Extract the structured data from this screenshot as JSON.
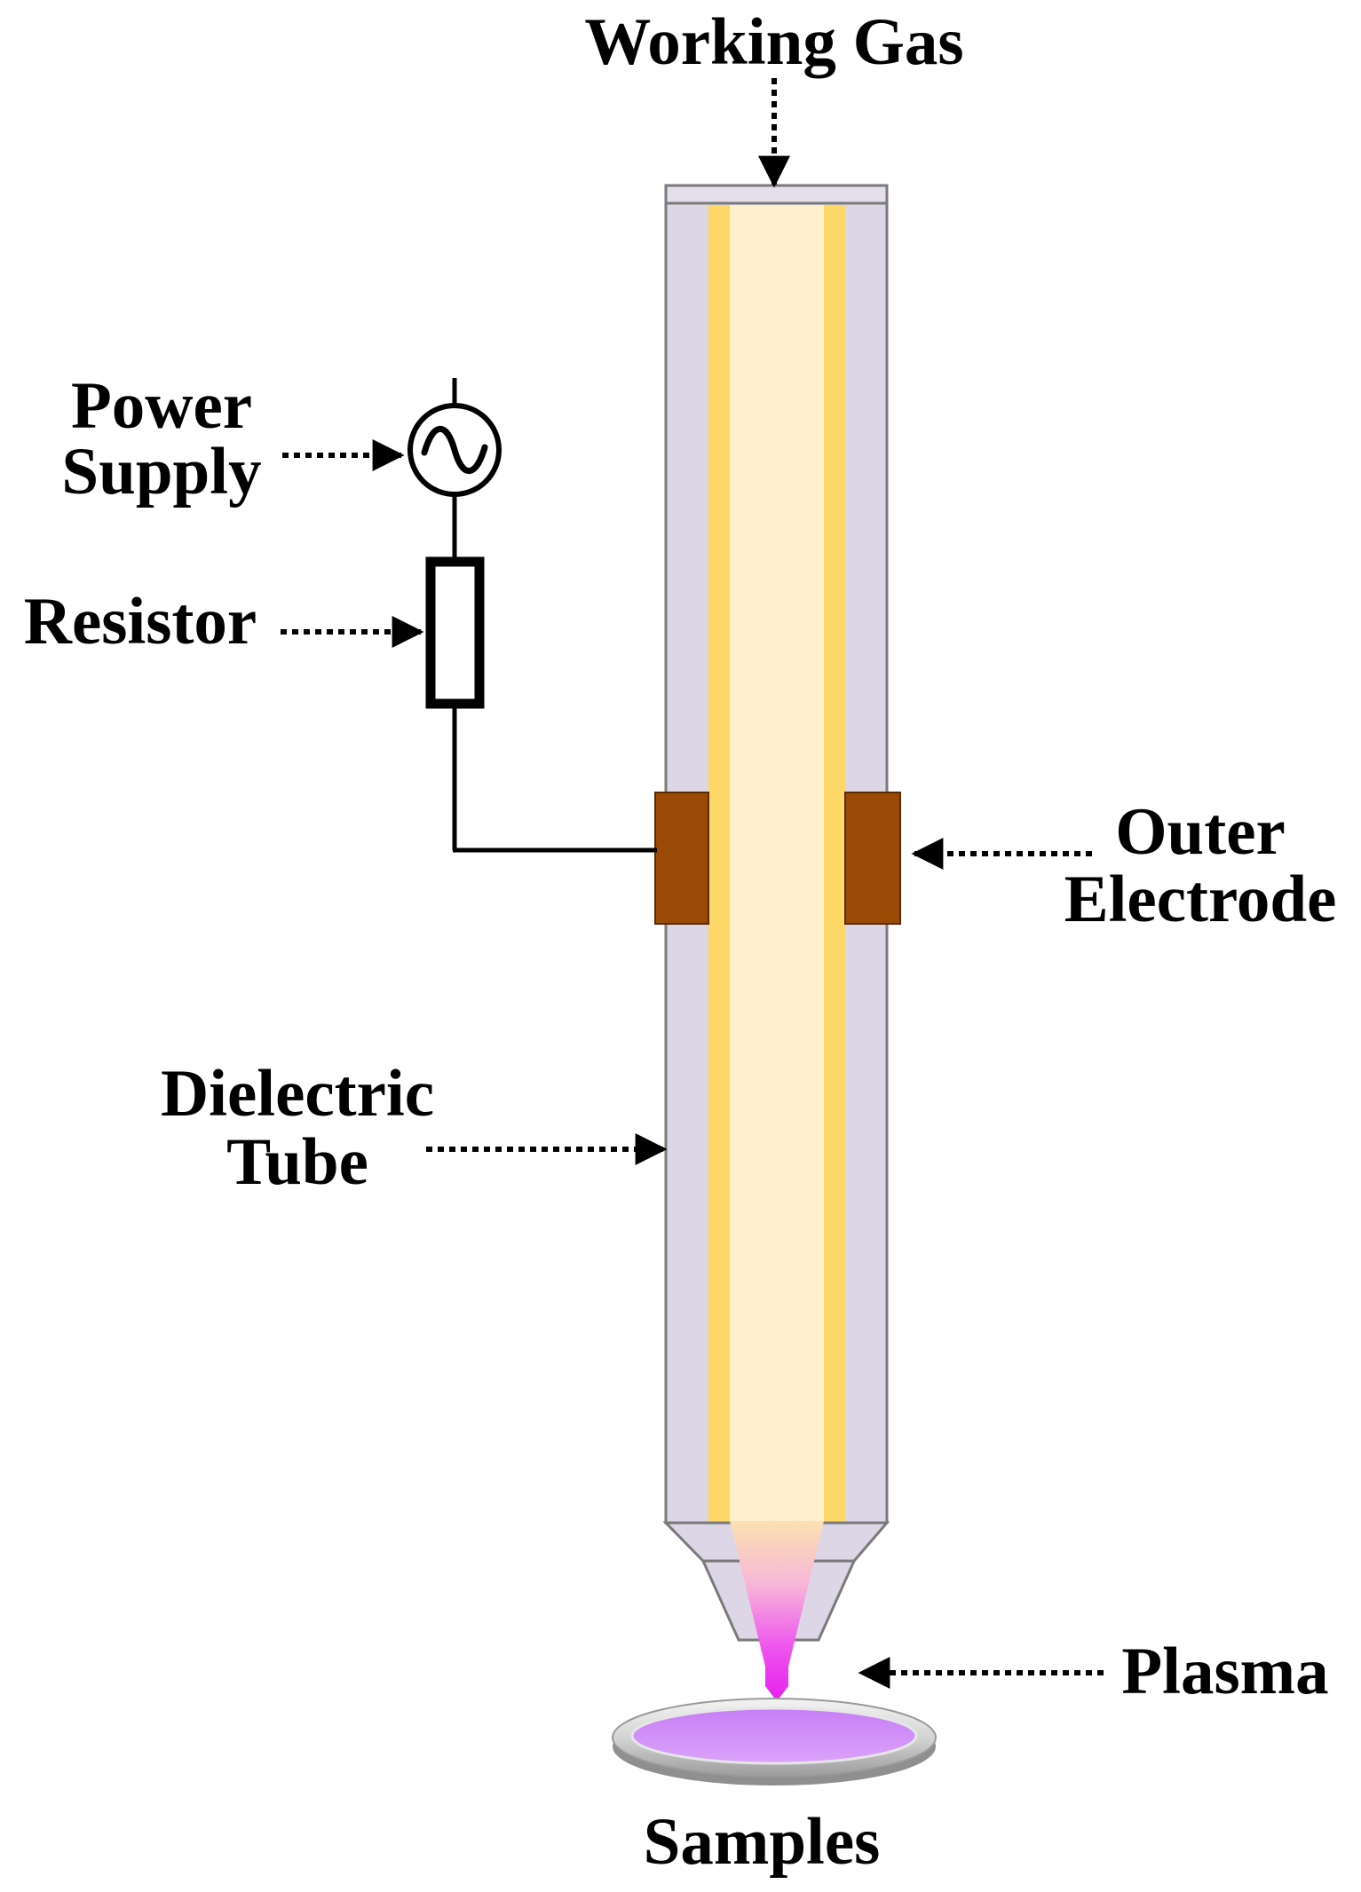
{
  "labels": {
    "working_gas": "Working Gas",
    "power_supply_line1": "Power",
    "power_supply_line2": "Supply",
    "resistor": "Resistor",
    "outer_electrode_line1": "Outer",
    "outer_electrode_line2": "Electrode",
    "dielectric_tube_line1": "Dielectric",
    "dielectric_tube_line2": "Tube",
    "plasma": "Plasma",
    "samples": "Samples"
  },
  "colors": {
    "tube": "#dcd6e6",
    "tube_outline": "#7a7a7a",
    "inner_wall": "#fdd866",
    "gas_core": "#fef0cc",
    "electrode": "#9b4a06",
    "plasma_top": "#fbe1b0",
    "plasma_bottom": "#e61fec",
    "sample_liquid": "#cf8ef8",
    "wire": "#000000"
  },
  "icons": {
    "power_supply": "ac-source-icon",
    "resistor": "resistor-icon"
  }
}
